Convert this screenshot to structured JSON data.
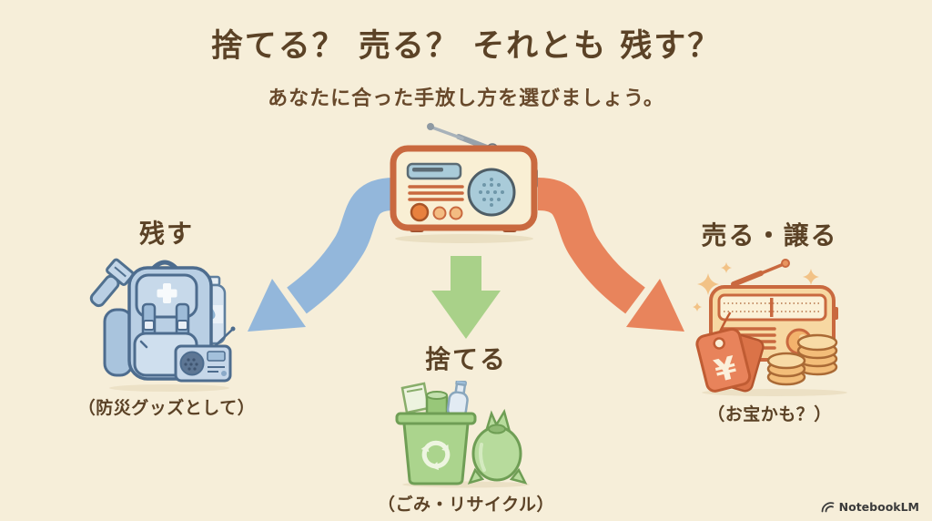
{
  "page": {
    "title": "捨てる？ 売る？ それとも 残す？",
    "subtitle": "あなたに合った手放し方を選びましょう。"
  },
  "options": {
    "keep": {
      "label": "残す",
      "caption": "（防災グッズとして）"
    },
    "discard": {
      "label": "捨てる",
      "caption": "（ごみ・リサイクル）"
    },
    "sell": {
      "label": "売る・譲る",
      "caption": "（お宝かも？）"
    }
  },
  "illustrations": {
    "center": "retro-radio",
    "keep": "emergency-backpack-with-flashlight-water-radio",
    "discard": "recycle-bin-and-trash-bag",
    "sell": "radio-with-yen-price-tag-and-coins"
  },
  "sell_tag_symbol": "¥",
  "footer": {
    "brand": "NotebookLM"
  },
  "colors": {
    "background": "#f6eed9",
    "title_text": "#5b4226",
    "arrow_keep": "#93b7db",
    "arrow_discard": "#a9d189",
    "arrow_sell": "#e8845c",
    "keep_blue": "#b9cfe4",
    "discard_green": "#abd48d",
    "sell_orange": "#e8835b",
    "radio_frame": "#c9693f"
  }
}
